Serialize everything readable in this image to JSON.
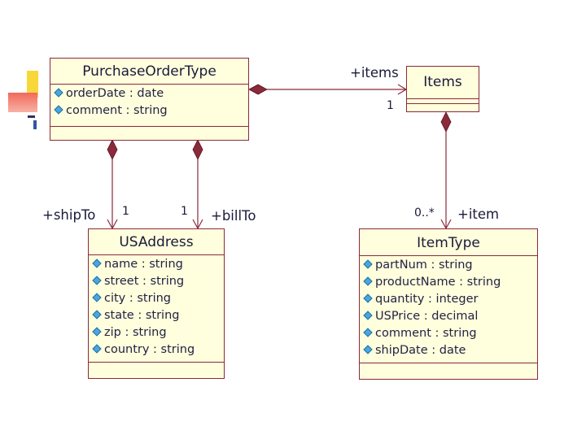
{
  "classes": {
    "purchase_order": {
      "name": "PurchaseOrderType",
      "attributes": [
        "orderDate : date",
        "comment : string"
      ]
    },
    "items": {
      "name": "Items",
      "attributes": []
    },
    "us_address": {
      "name": "USAddress",
      "attributes": [
        "name : string",
        "street : string",
        "city : string",
        "state : string",
        "zip : string",
        "country : string"
      ]
    },
    "item_type": {
      "name": "ItemType",
      "attributes": [
        "partNum : string",
        "productName : string",
        "quantity : integer",
        "USPrice : decimal",
        "comment : string",
        "shipDate : date"
      ]
    }
  },
  "associations": {
    "items": {
      "role": "+items",
      "multiplicity": "1"
    },
    "ship_to": {
      "role": "+shipTo",
      "multiplicity": "1"
    },
    "bill_to": {
      "role": "+billTo",
      "multiplicity": "1"
    },
    "item": {
      "role": "+item",
      "multiplicity": "0..*"
    }
  },
  "colors": {
    "class_fill": "#fffedd",
    "class_border": "#8a2a3a",
    "link": "#8a2a3a",
    "public_icon": "#4aa6e0"
  }
}
